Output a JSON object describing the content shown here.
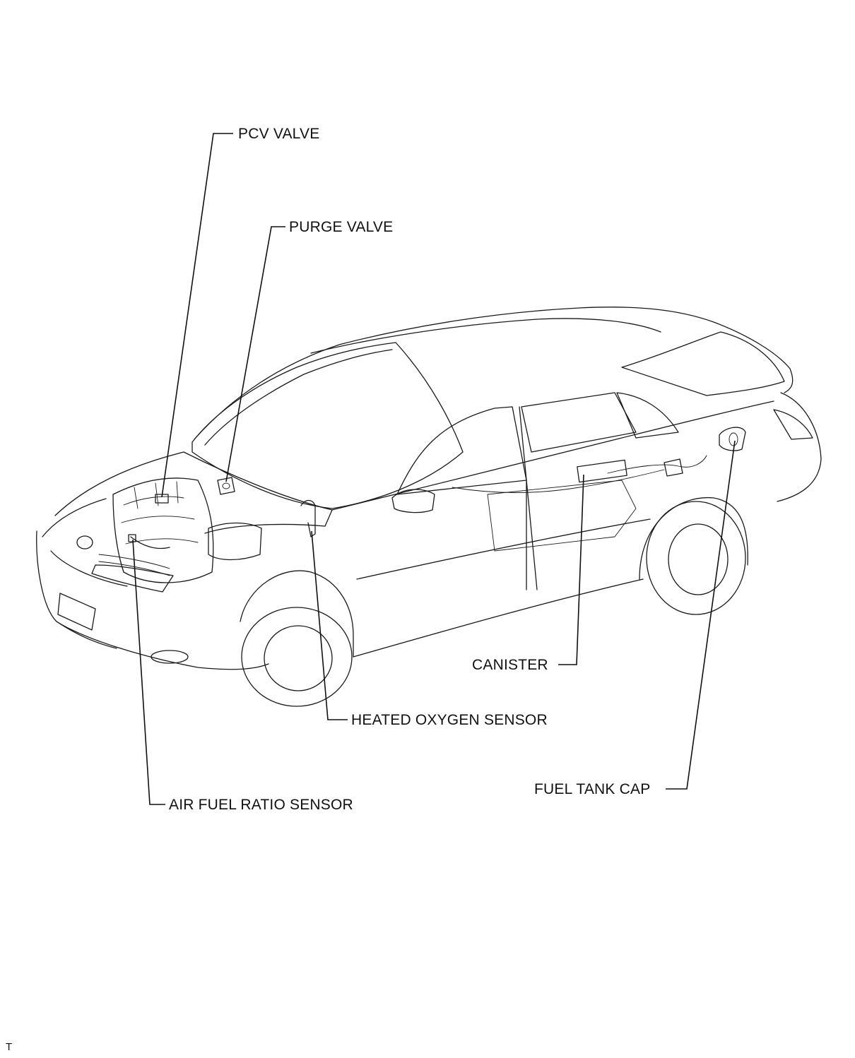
{
  "labels": {
    "pcv_valve": "PCV VALVE",
    "purge_valve": "PURGE VALVE",
    "canister": "CANISTER",
    "heated_oxygen_sensor": "HEATED OXYGEN SENSOR",
    "air_fuel_ratio_sensor": "AIR FUEL RATIO SENSOR",
    "fuel_tank_cap": "FUEL TANK CAP"
  },
  "corner_mark": "T"
}
